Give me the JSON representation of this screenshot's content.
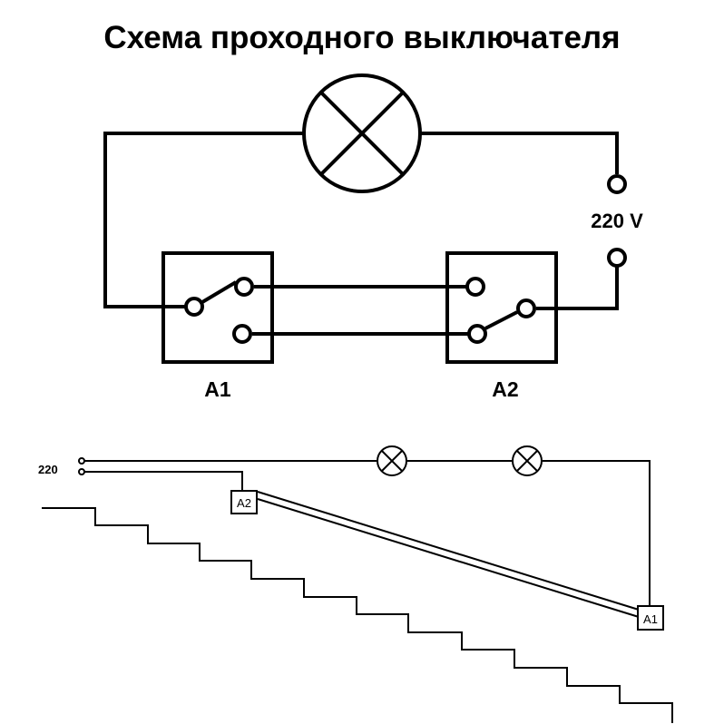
{
  "title": "Схема проходного выключателя",
  "top_diagram": {
    "voltage_label": "220 V",
    "switch_a1_label": "A1",
    "switch_a2_label": "A2"
  },
  "stair_diagram": {
    "voltage_label": "220",
    "switch_upper_label": "A2",
    "switch_lower_label": "A1"
  },
  "colors": {
    "line": "#000000",
    "background": "#ffffff"
  }
}
